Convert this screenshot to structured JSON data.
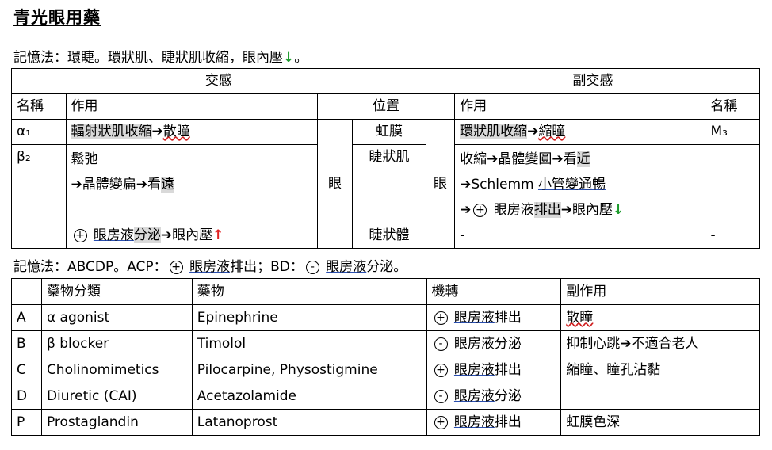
{
  "title": "青光眼用藥",
  "memo1": {
    "prefix": "記憶法：環睫。環狀肌、睫狀肌收縮，眼內壓",
    "arrow": "↓",
    "suffix": "。"
  },
  "table1": {
    "header": {
      "sympathetic": "交感",
      "parasympathetic": "副交感"
    },
    "subheader": {
      "name_left": "名稱",
      "action_left": "作用",
      "location": "位置",
      "action_right": "作用",
      "name_right": "名稱"
    },
    "alpha": {
      "name": "α₁",
      "action_a": "輻射狀肌收縮",
      "arrow": "➔",
      "action_b": "散瞳",
      "loc": "虹膜",
      "para_a": "環狀肌收縮",
      "para_b": "縮瞳",
      "para_name": "M₃"
    },
    "beta": {
      "name": "β₂",
      "line1": "鬆弛",
      "line2a": "➔晶體變扁➔看",
      "line2b": "遠",
      "loc": "睫狀肌"
    },
    "eye": "眼",
    "para_lines": {
      "l1a": "收縮➔晶體變圓➔看",
      "l1b": "近",
      "l2a": "➔Schlemm ",
      "l2b": "小管變通暢",
      "l3a": "➔",
      "l3b": "眼房液",
      "l3c": "排出",
      "l3d": "➔眼內壓",
      "l3arrow": "↓"
    },
    "last": {
      "a": "眼房液",
      "b": "分泌",
      "c": "➔眼內壓",
      "arrow": "↑",
      "loc": "睫狀體",
      "para": "-",
      "name": "-"
    }
  },
  "memo2": {
    "a": "記憶法：ABCDP。ACP：",
    "b": "眼房液",
    "c": "排出；BD：",
    "d": "眼房液",
    "e": "分泌。"
  },
  "table2": {
    "headers": [
      "",
      "藥物分類",
      "藥物",
      "機轉",
      "副作用"
    ],
    "rows": [
      {
        "id": "A",
        "cls": "α agonist",
        "drug": "Epinephrine",
        "sign": "+",
        "mech_a": "眼房液",
        "mech_b": "排出",
        "side": "散瞳"
      },
      {
        "id": "B",
        "cls": "β blocker",
        "drug": "Timolol",
        "sign": "-",
        "mech_a": "眼房液",
        "mech_b": "分泌",
        "side": "抑制心跳➔不適合老人"
      },
      {
        "id": "C",
        "cls": "Cholinomimetics",
        "drug": "Pilocarpine, Physostigmine",
        "sign": "+",
        "mech_a": "眼房液",
        "mech_b": "排出",
        "side": "縮瞳、瞳孔沾黏"
      },
      {
        "id": "D",
        "cls": "Diuretic (CAI)",
        "drug": "Acetazolamide",
        "sign": "-",
        "mech_a": "眼房液",
        "mech_b": "分泌",
        "side": ""
      },
      {
        "id": "P",
        "cls": "Prostaglandin",
        "drug": "Latanoprost",
        "sign": "+",
        "mech_a": "眼房液",
        "mech_b": "排出",
        "side": "虹膜色深"
      }
    ]
  }
}
